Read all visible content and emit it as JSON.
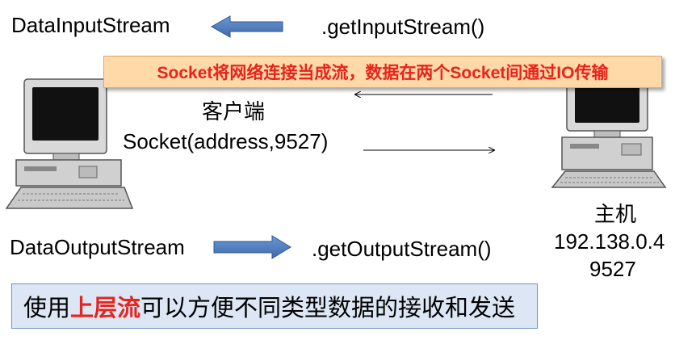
{
  "client": {
    "input_stream_label": "DataInputStream",
    "output_stream_label": "DataOutputStream",
    "title": "客户端",
    "socket_call": "Socket(address,9527)"
  },
  "server": {
    "get_input_stream": ".getInputStream()",
    "get_output_stream": ".getOutputStream()",
    "title": "主机",
    "ip": "192.138.0.4",
    "port": "9527"
  },
  "banner": {
    "text": "Socket将网络连接当成流，数据在两个Socket间通过IO传输"
  },
  "footer": {
    "prefix": "使用",
    "highlight": "上层流",
    "suffix": "可以方便不同类型数据的接收和发送"
  },
  "colors": {
    "arrow_fill": "#4f7fc0",
    "highlight": "#e8231b",
    "banner_bg": "#ffd9a8",
    "footer_bg": "#dce6f4"
  },
  "icons": [
    "client-computer-icon",
    "server-computer-icon"
  ]
}
